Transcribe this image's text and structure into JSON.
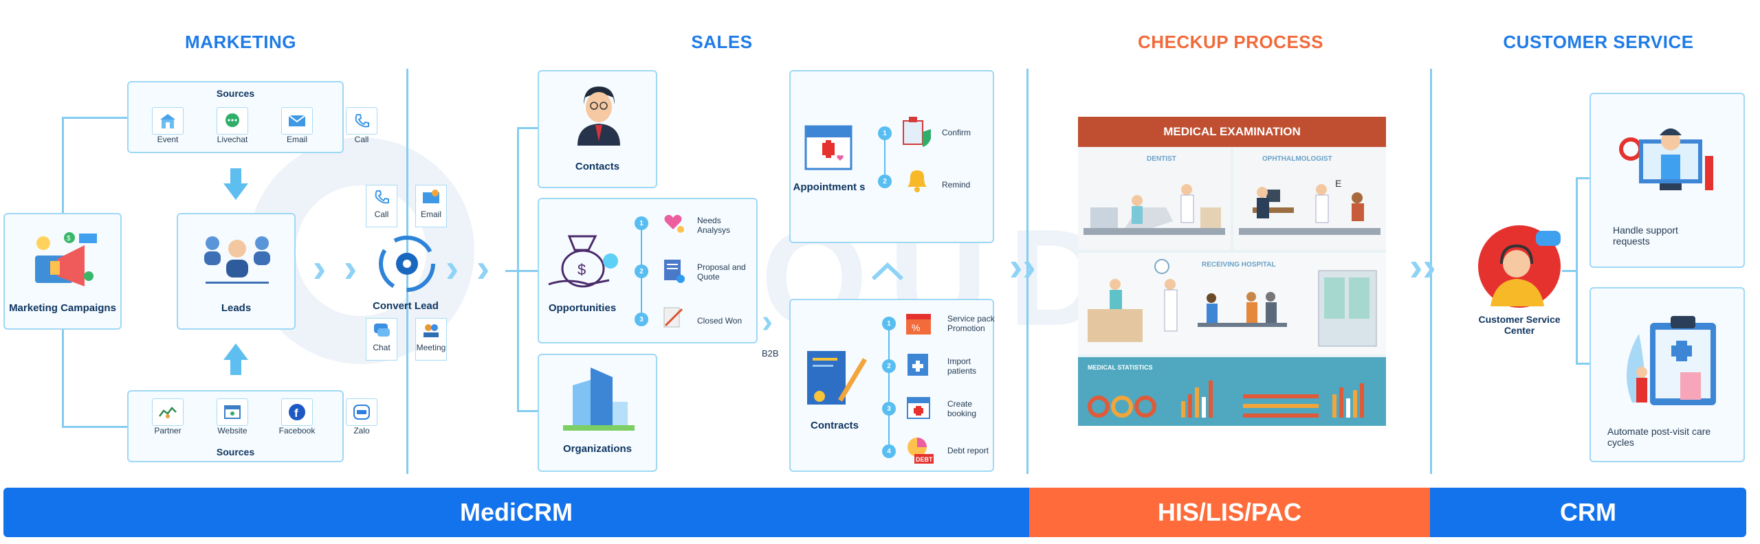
{
  "sections": {
    "marketing": "MARKETING",
    "sales": "SALES",
    "checkup": "CHECKUP PROCESS",
    "customer_service": "CUSTOMER SERVICE"
  },
  "marketing": {
    "campaigns": "Marketing Campaigns",
    "sources_top_title": "Sources",
    "sources_top": [
      "Event",
      "Livechat",
      "Email",
      "Call"
    ],
    "leads": "Leads",
    "sources_bottom_title": "Sources",
    "sources_bottom": [
      "Partner",
      "Website",
      "Facebook",
      "Zalo"
    ]
  },
  "convert": {
    "label": "Convert Lead",
    "channels": [
      "Call",
      "Email",
      "Chat",
      "Meeting"
    ]
  },
  "sales": {
    "contacts": "Contacts",
    "opportunities": "Opportunities",
    "organizations": "Organizations",
    "opp_steps": [
      "Needs Analysys",
      "Proposal and Quote",
      "Closed Won"
    ],
    "b2b": "B2B",
    "appointments": "Appointment s",
    "appt_steps": [
      "Confirm",
      "Remind"
    ],
    "contracts": "Contracts",
    "contract_steps": [
      "Service pack Promotion",
      "Import patients",
      "Create booking",
      "Debt report"
    ]
  },
  "checkup": {
    "title": "MEDICAL EXAMINATION",
    "dentist": "DENTIST",
    "ophthalmologist": "OPHTHALMOLOGIST",
    "receiving": "RECEIVING HOSPITAL",
    "stats": "MEDICAL STATISTICS"
  },
  "service": {
    "center": "Customer Service Center",
    "handle": "Handle support requests",
    "automate": "Automate post-visit care cycles"
  },
  "bottom": {
    "medicrm": "MediCRM",
    "his": "HIS/LIS/PAC",
    "crm": "CRM"
  },
  "watermark": "CLOUDO",
  "colors": {
    "blue": "#1e7be6",
    "orange": "#f26a3b",
    "accent": "#58bdf0",
    "bar_blue": "#1273ec",
    "bar_orange": "#ff6b3a"
  }
}
